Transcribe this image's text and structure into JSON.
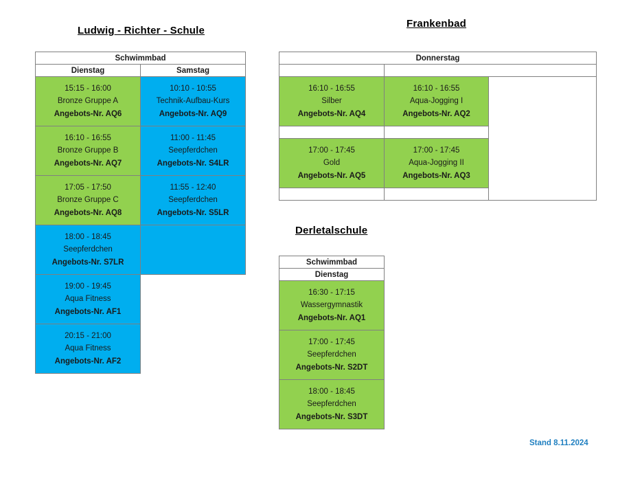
{
  "document": {
    "footer_stand": "Stand 8.11.2024",
    "footer_color": "#1F7FC0"
  },
  "colors": {
    "green": "#92D14F",
    "blue": "#00AEEF",
    "white": "#FFFFFF",
    "border": "#808080"
  },
  "sections": [
    {
      "id": "ludwig-richter-schule",
      "title": "Ludwig - Richter - Schule",
      "venue_header": "Schwimmbad",
      "day_headers": [
        "Dienstag",
        "Samstag"
      ],
      "rows": [
        {
          "cells": [
            {
              "color": "green",
              "time": "15:15 - 16:00",
              "course": "Bronze Gruppe A",
              "offer": "Angebots-Nr. AQ6"
            },
            {
              "color": "blue",
              "time": "10:10 - 10:55",
              "course": "Technik-Aufbau-Kurs",
              "offer": "Angebots-Nr. AQ9"
            }
          ]
        },
        {
          "cells": [
            {
              "color": "green",
              "time": "16:10 - 16:55",
              "course": "Bronze Gruppe B",
              "offer": "Angebots-Nr. AQ7"
            },
            {
              "color": "blue",
              "time": "11:00 - 11:45",
              "course": "Seepferdchen",
              "offer": "Angebots-Nr. S4LR"
            }
          ]
        },
        {
          "cells": [
            {
              "color": "green",
              "time": "17:05 - 17:50",
              "course": "Bronze Gruppe C",
              "offer": "Angebots-Nr. AQ8"
            },
            {
              "color": "blue",
              "time": "11:55 - 12:40",
              "course": "Seepferdchen",
              "offer": "Angebots-Nr. S5LR"
            }
          ]
        },
        {
          "cells": [
            {
              "color": "blue",
              "time": "18:00 - 18:45",
              "course": "Seepferdchen",
              "offer": "Angebots-Nr. S7LR"
            },
            {
              "color": "blue",
              "time": "",
              "course": "",
              "offer": ""
            }
          ]
        },
        {
          "cells": [
            {
              "color": "blue",
              "time": "19:00 - 19:45",
              "course": "Aqua Fitness",
              "offer": "Angebots-Nr. AF1"
            },
            {
              "color": "none",
              "time": "",
              "course": "",
              "offer": ""
            }
          ]
        },
        {
          "cells": [
            {
              "color": "blue",
              "time": "20:15 - 21:00",
              "course": "Aqua Fitness",
              "offer": "Angebots-Nr. AF2"
            },
            {
              "color": "none",
              "time": "",
              "course": "",
              "offer": ""
            }
          ]
        }
      ]
    },
    {
      "id": "frankenbad",
      "title": "Frankenbad",
      "venue_header": "Donnerstag",
      "day_headers": [
        "",
        ""
      ],
      "rows": [
        {
          "cells": [
            {
              "color": "green",
              "time": "16:10 - 16:55",
              "course": "Silber",
              "offer": "Angebots-Nr. AQ4"
            },
            {
              "color": "green",
              "time": "16:10 - 16:55",
              "course": "Aqua-Jogging I",
              "offer": "Angebots-Nr. AQ2"
            }
          ]
        },
        {
          "spacer": true
        },
        {
          "cells": [
            {
              "color": "green",
              "time": "17:00 - 17:45",
              "course": "Gold",
              "offer": "Angebots-Nr. AQ5"
            },
            {
              "color": "green",
              "time": "17:00 - 17:45",
              "course": "Aqua-Jogging II",
              "offer": "Angebots-Nr. AQ3"
            }
          ]
        },
        {
          "spacer": true
        }
      ]
    },
    {
      "id": "derletalschule",
      "title": "Derletalschule",
      "venue_header": "Schwimmbad",
      "day_headers": [
        "Dienstag"
      ],
      "rows": [
        {
          "cells": [
            {
              "color": "green",
              "time": "16:30 - 17:15",
              "course": "Wassergymnastik",
              "offer": "Angebots-Nr. AQ1"
            }
          ]
        },
        {
          "cells": [
            {
              "color": "green",
              "time": "17:00 - 17:45",
              "course": "Seepferdchen",
              "offer": "Angebots-Nr. S2DT"
            }
          ]
        },
        {
          "cells": [
            {
              "color": "green",
              "time": "18:00 - 18:45",
              "course": "Seepferdchen",
              "offer": "Angebots-Nr. S3DT"
            }
          ]
        }
      ]
    }
  ]
}
